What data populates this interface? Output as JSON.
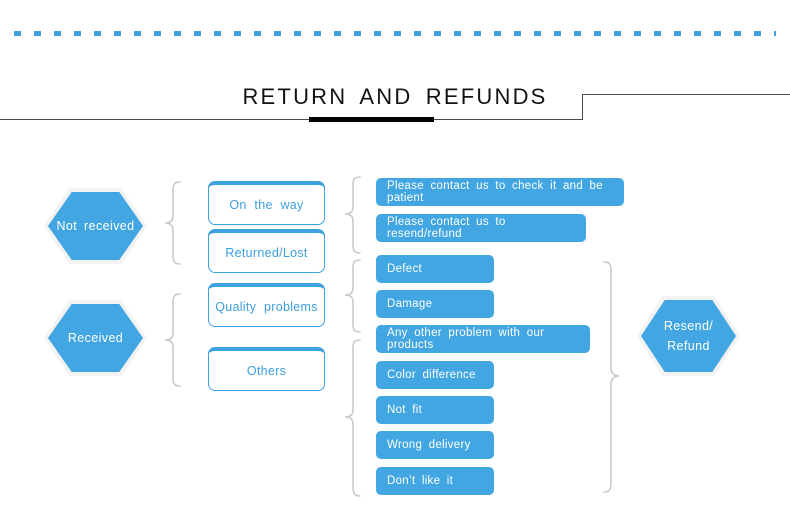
{
  "header": {
    "title": "RETURN  AND  REFUNDS",
    "accent_color": "#000000",
    "rule_color": "#4b4b4b",
    "dot_color": "#3fa2e0"
  },
  "theme": {
    "blue": "#41a6e2",
    "blue_border": "#3fa2e0",
    "blue_text": "#3e9fdd",
    "brace": "#c9c9c9",
    "white": "#ffffff"
  },
  "flow": {
    "stage1": [
      {
        "id": "not-received",
        "label": "Not  received"
      },
      {
        "id": "received",
        "label": "Received"
      }
    ],
    "stage2": [
      {
        "id": "on-the-way",
        "label": "On  the  way"
      },
      {
        "id": "returned-lost",
        "label": "Returned/Lost"
      },
      {
        "id": "quality-problems",
        "label": "Quality  problems"
      },
      {
        "id": "others",
        "label": "Others"
      }
    ],
    "stage3": [
      {
        "id": "contact-check",
        "label": "Please  contact  us  to  check  it  and  be  patient"
      },
      {
        "id": "contact-resend",
        "label": "Please  contact  us  to  resend/refund"
      },
      {
        "id": "defect",
        "label": "Defect"
      },
      {
        "id": "damage",
        "label": "Damage"
      },
      {
        "id": "any-other-problem",
        "label": "Any  other  problem  with  our  products"
      },
      {
        "id": "color-difference",
        "label": "Color  difference"
      },
      {
        "id": "not-fit",
        "label": "Not  fit"
      },
      {
        "id": "wrong-delivery",
        "label": "Wrong  delivery"
      },
      {
        "id": "dont-like-it",
        "label": "Don’t  like  it"
      }
    ],
    "stage4": [
      {
        "id": "resend-refund",
        "line1": "Resend/",
        "line2": "Refund"
      }
    ]
  }
}
